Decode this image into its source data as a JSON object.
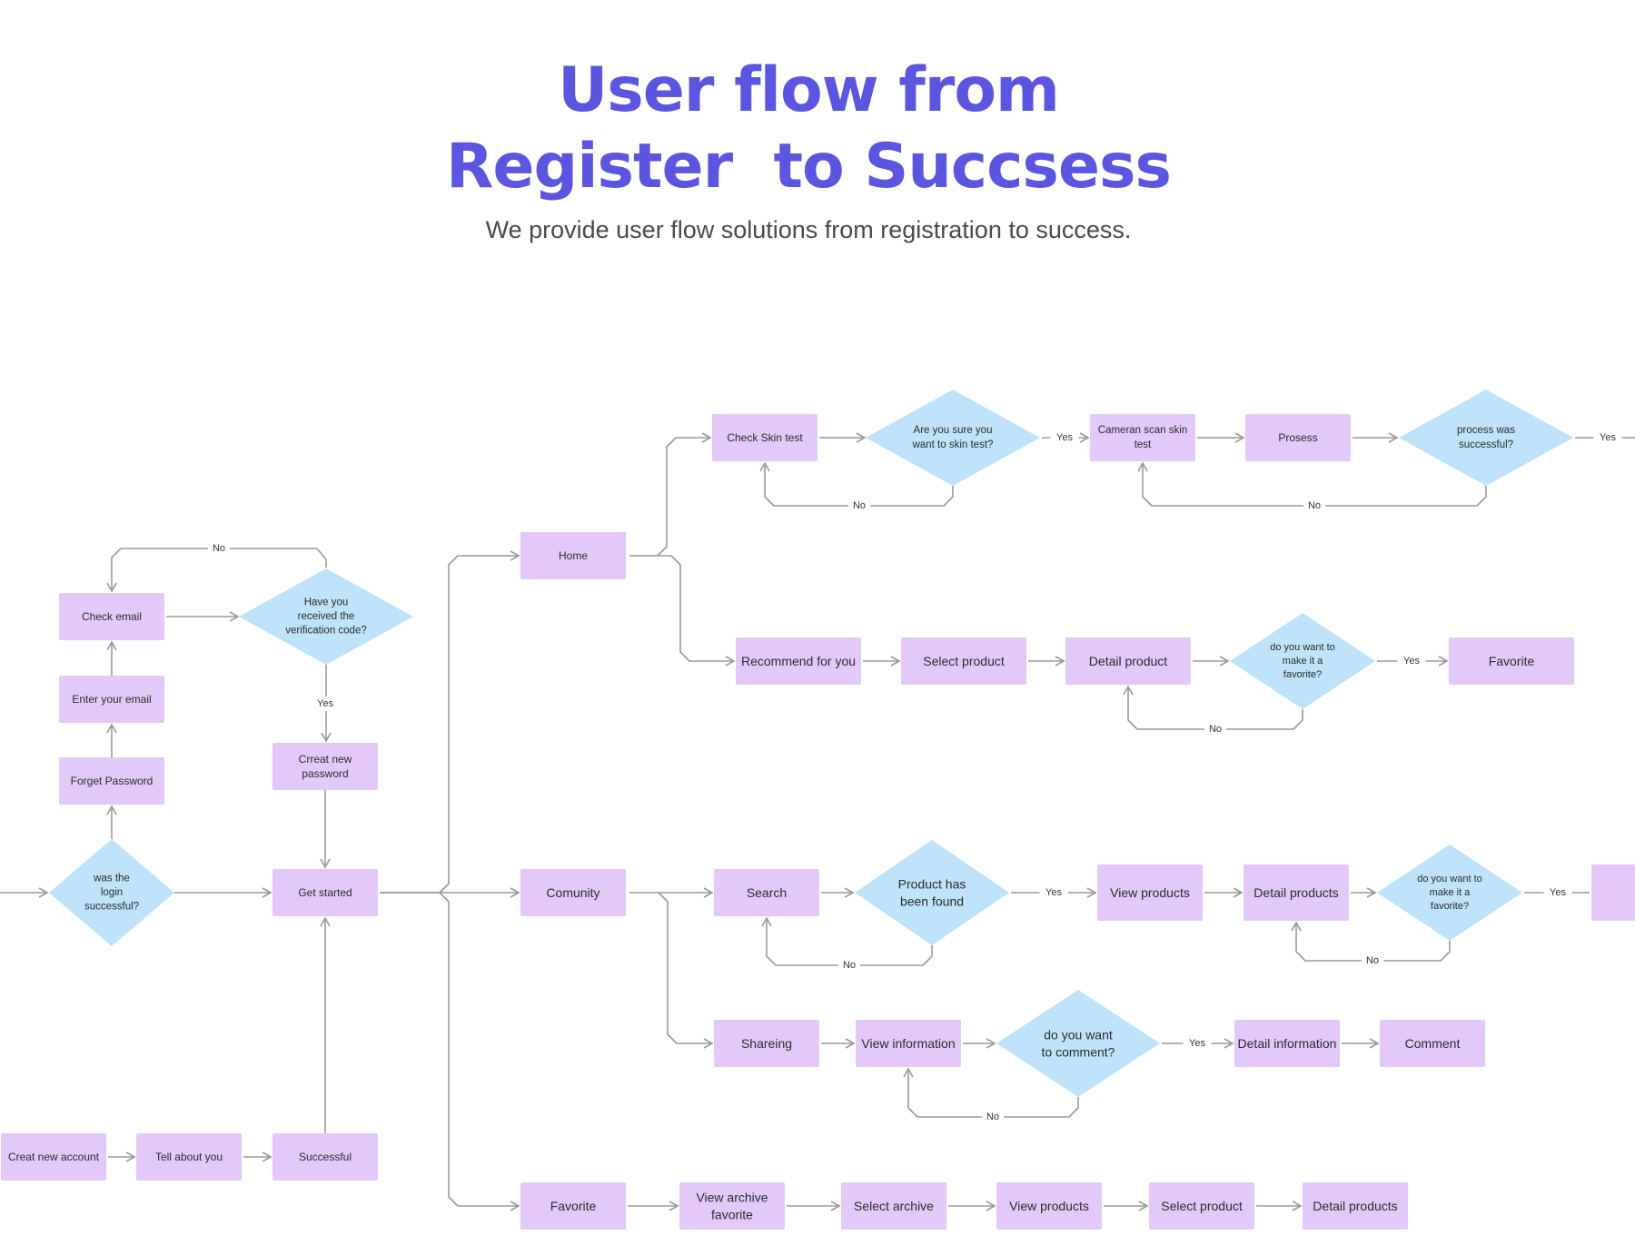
{
  "header": {
    "title_line1": "User flow from",
    "title_line2": "Register  to Succsess",
    "subtitle": "We provide user flow solutions from registration to success."
  },
  "colors": {
    "title": "#5b55e0",
    "process_fill": "#e2c9f9",
    "decision_fill": "#bfe3fb",
    "connector": "#9a9a9a"
  },
  "diagram": {
    "nodes": [
      {
        "id": "check_email",
        "type": "process",
        "text": "Check email"
      },
      {
        "id": "have_code",
        "type": "decision",
        "text": "Have you received the verification code?"
      },
      {
        "id": "enter_email",
        "type": "process",
        "text": "Enter your email"
      },
      {
        "id": "forget_password",
        "type": "process",
        "text": "Forget Password"
      },
      {
        "id": "creat_new_password",
        "type": "process",
        "text": "Crreat new password"
      },
      {
        "id": "login_ok",
        "type": "decision",
        "text": "was the login successful?"
      },
      {
        "id": "get_started",
        "type": "process",
        "text": "Get started"
      },
      {
        "id": "creat_account",
        "type": "process",
        "text": "Creat new account"
      },
      {
        "id": "tell_about",
        "type": "process",
        "text": "Tell about you"
      },
      {
        "id": "successful",
        "type": "process",
        "text": "Successful"
      },
      {
        "id": "home",
        "type": "process",
        "text": "Home"
      },
      {
        "id": "check_skin",
        "type": "process",
        "text": "Check Skin test"
      },
      {
        "id": "sure_skin",
        "type": "decision",
        "text": "Are you sure you want to skin test?"
      },
      {
        "id": "camera_scan",
        "type": "process",
        "text": "Cameran scan skin test"
      },
      {
        "id": "prosess",
        "type": "process",
        "text": "Prosess"
      },
      {
        "id": "process_ok",
        "type": "decision",
        "text": "process was successful?"
      },
      {
        "id": "recommend",
        "type": "process",
        "text": "Recommend for you"
      },
      {
        "id": "select_product_1",
        "type": "process",
        "text": "Select product"
      },
      {
        "id": "detail_product",
        "type": "process",
        "text": "Detail product"
      },
      {
        "id": "fav_q_1",
        "type": "decision",
        "text": "do you want to make it a favorite?"
      },
      {
        "id": "favorite_1",
        "type": "process",
        "text": "Favorite"
      },
      {
        "id": "comunity",
        "type": "process",
        "text": "Comunity"
      },
      {
        "id": "search",
        "type": "process",
        "text": "Search"
      },
      {
        "id": "found",
        "type": "decision",
        "text": "Product has been found"
      },
      {
        "id": "view_products_1",
        "type": "process",
        "text": "View products"
      },
      {
        "id": "detail_products_1",
        "type": "process",
        "text": "Detail products"
      },
      {
        "id": "fav_q_2",
        "type": "decision",
        "text": "do you want to make it a favorite?"
      },
      {
        "id": "shareing",
        "type": "process",
        "text": "Shareing"
      },
      {
        "id": "view_info",
        "type": "process",
        "text": "View information"
      },
      {
        "id": "comment_q",
        "type": "decision",
        "text": "do you want to comment?"
      },
      {
        "id": "detail_info",
        "type": "process",
        "text": "Detail information"
      },
      {
        "id": "comment",
        "type": "process",
        "text": "Comment"
      },
      {
        "id": "favorite_2",
        "type": "process",
        "text": "Favorite"
      },
      {
        "id": "view_archive",
        "type": "process",
        "text": "View archive favorite"
      },
      {
        "id": "select_archive",
        "type": "process",
        "text": "Select archive"
      },
      {
        "id": "view_products_2",
        "type": "process",
        "text": "View products"
      },
      {
        "id": "select_product_2",
        "type": "process",
        "text": "Select product"
      },
      {
        "id": "detail_products_2",
        "type": "process",
        "text": "Detail products"
      }
    ],
    "edges": [
      {
        "from": "check_email",
        "to": "have_code"
      },
      {
        "from": "have_code",
        "to": "check_email",
        "label": "No"
      },
      {
        "from": "have_code",
        "to": "creat_new_password",
        "label": "Yes"
      },
      {
        "from": "enter_email",
        "to": "check_email"
      },
      {
        "from": "forget_password",
        "to": "enter_email"
      },
      {
        "from": "login_ok",
        "to": "forget_password"
      },
      {
        "from": "login_ok",
        "to": "get_started"
      },
      {
        "from": "creat_new_password",
        "to": "get_started"
      },
      {
        "from": "creat_account",
        "to": "tell_about"
      },
      {
        "from": "tell_about",
        "to": "successful"
      },
      {
        "from": "successful",
        "to": "get_started"
      },
      {
        "from": "get_started",
        "to": "home"
      },
      {
        "from": "get_started",
        "to": "comunity"
      },
      {
        "from": "get_started",
        "to": "favorite_2"
      },
      {
        "from": "home",
        "to": "check_skin"
      },
      {
        "from": "home",
        "to": "recommend"
      },
      {
        "from": "check_skin",
        "to": "sure_skin"
      },
      {
        "from": "sure_skin",
        "to": "check_skin",
        "label": "No"
      },
      {
        "from": "sure_skin",
        "to": "camera_scan",
        "label": "Yes"
      },
      {
        "from": "camera_scan",
        "to": "prosess"
      },
      {
        "from": "prosess",
        "to": "process_ok"
      },
      {
        "from": "process_ok",
        "to": "camera_scan",
        "label": "No"
      },
      {
        "from": "process_ok",
        "to": "offscreen",
        "label": "Yes"
      },
      {
        "from": "recommend",
        "to": "select_product_1"
      },
      {
        "from": "select_product_1",
        "to": "detail_product"
      },
      {
        "from": "detail_product",
        "to": "fav_q_1"
      },
      {
        "from": "fav_q_1",
        "to": "detail_product",
        "label": "No"
      },
      {
        "from": "fav_q_1",
        "to": "favorite_1",
        "label": "Yes"
      },
      {
        "from": "comunity",
        "to": "search"
      },
      {
        "from": "comunity",
        "to": "shareing"
      },
      {
        "from": "search",
        "to": "found"
      },
      {
        "from": "found",
        "to": "search",
        "label": "No"
      },
      {
        "from": "found",
        "to": "view_products_1",
        "label": "Yes"
      },
      {
        "from": "view_products_1",
        "to": "detail_products_1"
      },
      {
        "from": "detail_products_1",
        "to": "fav_q_2"
      },
      {
        "from": "fav_q_2",
        "to": "detail_products_1",
        "label": "No"
      },
      {
        "from": "fav_q_2",
        "to": "offscreen",
        "label": "Yes"
      },
      {
        "from": "shareing",
        "to": "view_info"
      },
      {
        "from": "view_info",
        "to": "comment_q"
      },
      {
        "from": "comment_q",
        "to": "view_info",
        "label": "No"
      },
      {
        "from": "comment_q",
        "to": "detail_info",
        "label": "Yes"
      },
      {
        "from": "detail_info",
        "to": "comment"
      },
      {
        "from": "favorite_2",
        "to": "view_archive"
      },
      {
        "from": "view_archive",
        "to": "select_archive"
      },
      {
        "from": "select_archive",
        "to": "view_products_2"
      },
      {
        "from": "view_products_2",
        "to": "select_product_2"
      },
      {
        "from": "select_product_2",
        "to": "detail_products_2"
      }
    ]
  }
}
